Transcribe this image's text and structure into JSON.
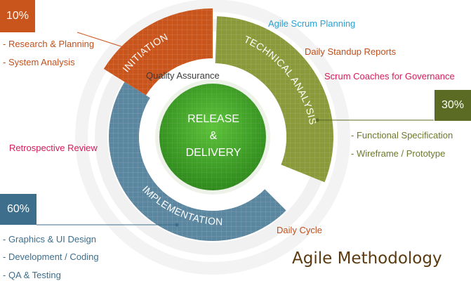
{
  "colors": {
    "initiation": "#c9541c",
    "technical": "#8a9a3a",
    "implementation": "#5b86a0",
    "center": "#3e9a26",
    "box_initiation": "#c9541c",
    "box_technical": "#5c6b24",
    "box_implementation": "#3d6e8c",
    "accent_blue": "#2a9fd6",
    "accent_red": "#d61a5a",
    "accent_orange": "#c0501c",
    "accent_olive": "#6b7a2c"
  },
  "center": {
    "line1": "RELEASE",
    "line2": "&",
    "line3": "DELIVERY"
  },
  "segments": {
    "initiation": {
      "label": "INITIATION",
      "percent": "10%",
      "items": [
        "- Research & Planning",
        "- System Analysis"
      ]
    },
    "technical": {
      "label": "TECHNICAL ANALYSIS",
      "percent": "30%",
      "items": [
        "- Functional Specification",
        "- Wireframe / Prototype"
      ]
    },
    "implementation": {
      "label": "IMPLEMENTATION",
      "percent": "60%",
      "items": [
        "- Graphics & UI Design",
        "- Development / Coding",
        "- QA & Testing"
      ]
    }
  },
  "annotations": {
    "agile_scrum": "Agile Scrum Planning",
    "daily_standup": "Daily Standup Reports",
    "scrum_coaches": "Scrum Coaches for Governance",
    "quality_assurance": "Quality Assurance",
    "retrospective": "Retrospective Review",
    "daily_cycle": "Daily Cycle"
  },
  "title": "Agile Methodology"
}
